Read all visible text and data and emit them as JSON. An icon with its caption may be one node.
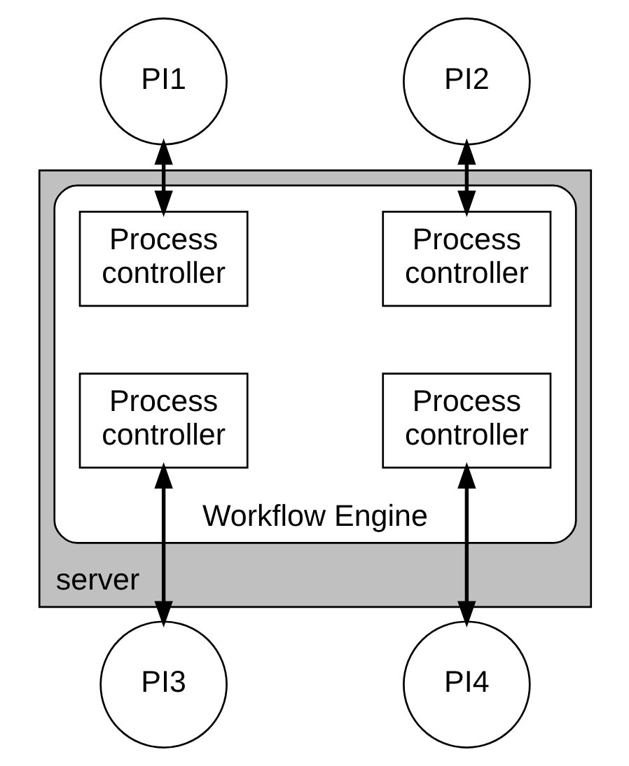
{
  "diagram": {
    "nodes": [
      {
        "text": [
          "PI1"
        ]
      },
      {
        "text": [
          "PI2"
        ]
      },
      {
        "text": [
          "server"
        ]
      },
      {
        "text": [
          "Workflow Engine"
        ],
        "in": 2
      },
      {
        "text": [
          "Process controller"
        ],
        "in": 3
      },
      {
        "text": [
          "Process controller"
        ],
        "in": 3
      },
      {
        "text": [
          "Process controller"
        ],
        "in": 3
      },
      {
        "text": [
          "Process controller"
        ],
        "in": 3
      },
      {
        "text": [
          "PI3"
        ]
      },
      {
        "text": [
          "PI4"
        ]
      }
    ],
    "edges": [
      {
        "from": 0,
        "to": 4,
        "arrow": "both"
      },
      {
        "from": 1,
        "to": 5,
        "arrow": "both"
      },
      {
        "from": 6,
        "to": 8,
        "arrow": "both"
      },
      {
        "from": 7,
        "to": 9,
        "arrow": "both"
      }
    ]
  }
}
